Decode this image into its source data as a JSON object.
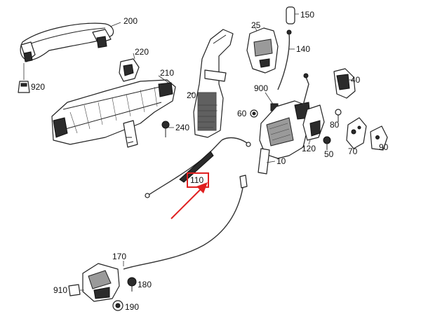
{
  "accent_color": "#e02020",
  "highlighted_part": "110",
  "labels": {
    "p200": "200",
    "p220": "220",
    "p920": "920",
    "p210": "210",
    "p240": "240",
    "p20": "20",
    "p25": "25",
    "p150": "150",
    "p140": "140",
    "p900": "900",
    "p40": "40",
    "p60": "60",
    "p80": "80",
    "p120": "120",
    "p50": "50",
    "p70": "70",
    "p90": "90",
    "p10": "10",
    "p110": "110",
    "p170": "170",
    "p910": "910",
    "p180": "180",
    "p190": "190"
  }
}
